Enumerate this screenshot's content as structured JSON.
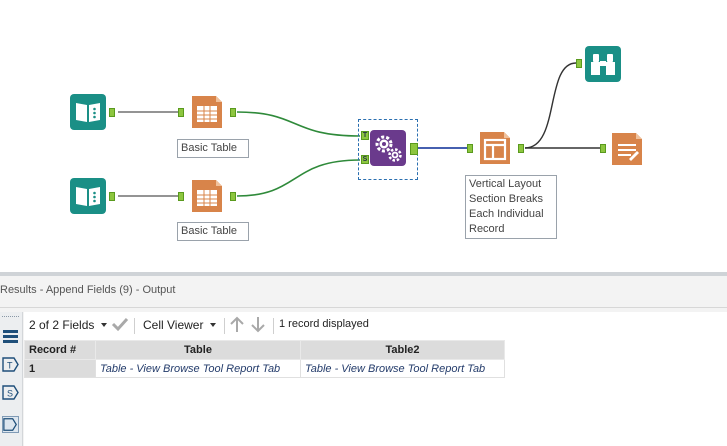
{
  "canvas": {
    "annotations": {
      "table1": "Basic Table",
      "table2": "Basic Table",
      "layout": "Vertical Layout\nSection Breaks\nEach Individual\nRecord"
    },
    "anchors": {
      "top": "T",
      "source": "S"
    },
    "colors": {
      "wire_normal": "#555555",
      "wire_green": "#2f8a3a",
      "wire_blue": "#2b4aa5",
      "input_teal": "#1a8f86",
      "report_orange": "#d8844a",
      "append_purple": "#6a3a8c"
    }
  },
  "results": {
    "title": "Results - Append Fields (9) - Output",
    "toolbar": {
      "fields": "2 of 2 Fields",
      "viewer": "Cell Viewer",
      "status": "1 record displayed"
    },
    "table": {
      "headers": [
        "Record #",
        "Table",
        "Table2"
      ],
      "rows": [
        [
          "1",
          "Table - View Browse Tool Report Tab",
          "Table - View Browse Tool Report Tab"
        ]
      ]
    }
  }
}
